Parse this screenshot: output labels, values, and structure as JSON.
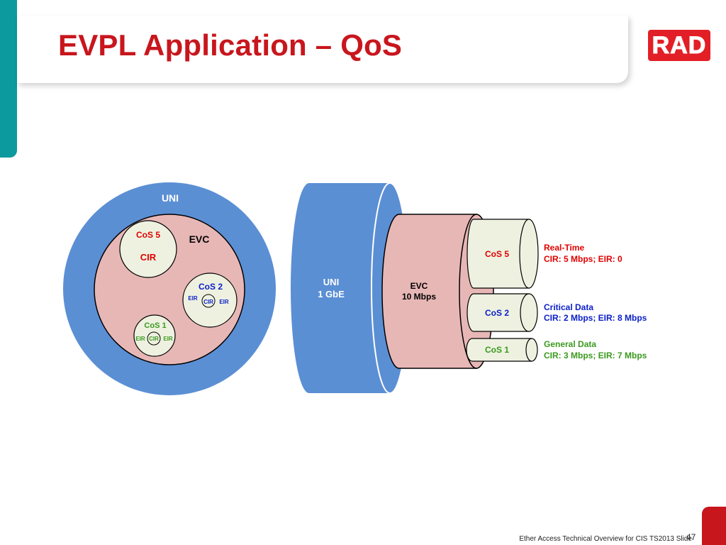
{
  "title": "EVPL Application – QoS",
  "logo_text": "RAD",
  "footer": "Ether Access Technical Overview for CIS TS2013",
  "slide_label": "Slide",
  "slide_number": "47",
  "colors": {
    "uni": "#5b8fd4",
    "evc": "#e7b7b6",
    "cos": "#eef1e0",
    "red": "#e00000",
    "blue": "#0a1ec8",
    "green": "#3a9a1e"
  },
  "left_diagram": {
    "uni": "UNI",
    "evc": "EVC",
    "cos5": {
      "label": "CoS 5",
      "cir": "CIR"
    },
    "cos2": {
      "label": "CoS 2",
      "eir_left": "EIR",
      "cir": "CIR",
      "eir_right": "EIR"
    },
    "cos1": {
      "label": "CoS 1",
      "eir_left": "EIR",
      "cir": "CIR",
      "eir_right": "EIR"
    }
  },
  "right_diagram": {
    "uni_line1": "UNI",
    "uni_line2": "1 GbE",
    "evc_line1": "EVC",
    "evc_line2": "10 Mbps",
    "cos5": "CoS 5",
    "cos2": "CoS 2",
    "cos1": "CoS 1"
  },
  "annotations": [
    {
      "title": "Real-Time",
      "detail": "CIR: 5 Mbps; EIR: 0"
    },
    {
      "title": "Critical Data",
      "detail": "CIR: 2 Mbps; EIR: 8 Mbps"
    },
    {
      "title": "General Data",
      "detail": "CIR: 3 Mbps; EIR: 7 Mbps"
    }
  ]
}
